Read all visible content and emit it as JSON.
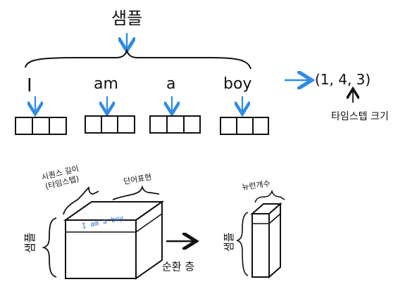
{
  "top": {
    "sample_label": "샘플",
    "words": [
      "I",
      "am",
      "a",
      "boy"
    ],
    "cells_per_word": 3,
    "shape_text": "(1, 4, 3)",
    "timestep_size_label": "타임스텝 크기"
  },
  "bottom": {
    "box_depth_label": "시퀀스 길이\n(타임스텝)",
    "box_width_label": "단어표현",
    "box_sample_label": "샘플",
    "box_sentence": "I am a boy",
    "op_label": "순환 층",
    "output_top_label": "뉴런개수",
    "output_sample_label": "샘플"
  },
  "colors": {
    "ink": "#111111",
    "arrow": "#2f8be6",
    "sentence": "#2f6fd6"
  }
}
